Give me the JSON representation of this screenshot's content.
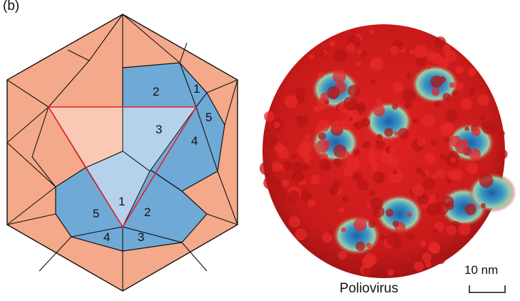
{
  "figure": {
    "panel_label": "(b)",
    "caption": "Poliovirus",
    "scale_bar_label": "10 nm"
  },
  "diagram": {
    "face_labels": [
      "2",
      "1",
      "5",
      "3",
      "4",
      "1",
      "5",
      "2",
      "4",
      "3"
    ]
  },
  "colors": {
    "face_salmon": "#f4a98a",
    "triangle_fill": "#f9c9b5",
    "blue_region": "#6fa9d6",
    "light_blue": "#b6d2ea",
    "triangle_stroke": "#e0202a",
    "virus_red": "#d42020",
    "virus_blue": "#2a78b8",
    "virus_yellow": "#e6d98a"
  }
}
